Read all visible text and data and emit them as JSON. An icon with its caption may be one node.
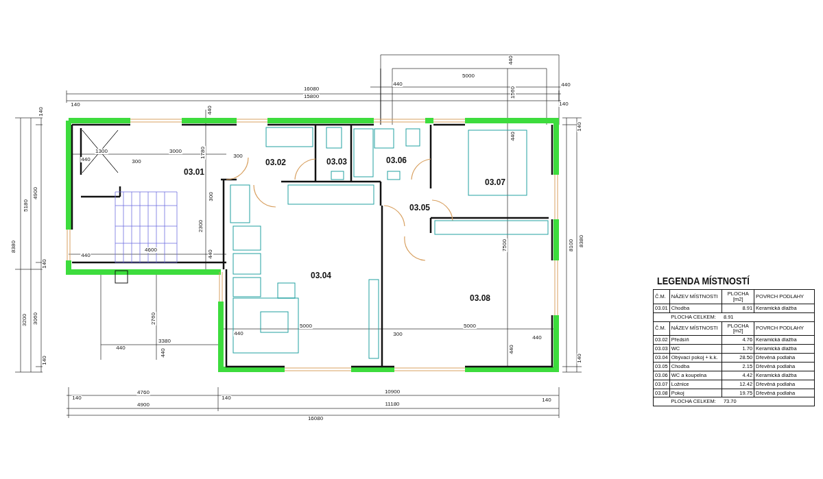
{
  "diagram": {
    "labels": [
      "440",
      "5000",
      "440",
      "440",
      "16080",
      "1560",
      "15800",
      "140",
      "140",
      "140",
      "440",
      "140",
      "1300",
      "3000",
      "1780",
      "300",
      "440",
      "300",
      "03.01",
      "03.02",
      "03.03",
      "03.06",
      "440",
      "03.07",
      "5180",
      "4900",
      "300",
      "03.05",
      "2300",
      "7500",
      "8100",
      "8380",
      "8380",
      "4600",
      "440",
      "440",
      "140",
      "03.04",
      "03.08",
      "3200",
      "3060",
      "2760",
      "5000",
      "5000",
      "440",
      "300",
      "440",
      "3380",
      "440",
      "440",
      "440",
      "140",
      "140",
      "4760",
      "10900",
      "140",
      "140",
      "140",
      "4900",
      "11180",
      "16080",
      "LEGENDA MÍSTNOSTÍ",
      "Č.M.",
      "NÁZEV MÍSTNOSTI",
      "PLOCHA [m2]",
      "POVRCH PODLAHY",
      "03.01",
      "Chodba",
      "8.91",
      "Keramická dlažba",
      "PLOCHA CELKEM:",
      "8.91",
      "Č.M.",
      "NÁZEV MÍSTNOSTI",
      "PLOCHA [m2]",
      "POVRCH PODLAHY",
      "03.02",
      "Předsíň",
      "4.76",
      "Keramická dlažba",
      "03.03",
      "WC",
      "1.70",
      "Keramická dlažba",
      "03.04",
      "Obývací pokoj + k.k.",
      "28.50",
      "Dřevěná podlaha",
      "03.05",
      "Chodba",
      "2.15",
      "Dřevěná podlaha",
      "03.06",
      "WC a koupelna",
      "4.42",
      "Keramická dlažba",
      "03.07",
      "Ložnice",
      "12.42",
      "Dřevěná podlaha",
      "03.08",
      "Pokoj",
      "19.75",
      "Dřevěná podlaha",
      "PLOCHA CELKEM:",
      "73.70"
    ]
  }
}
